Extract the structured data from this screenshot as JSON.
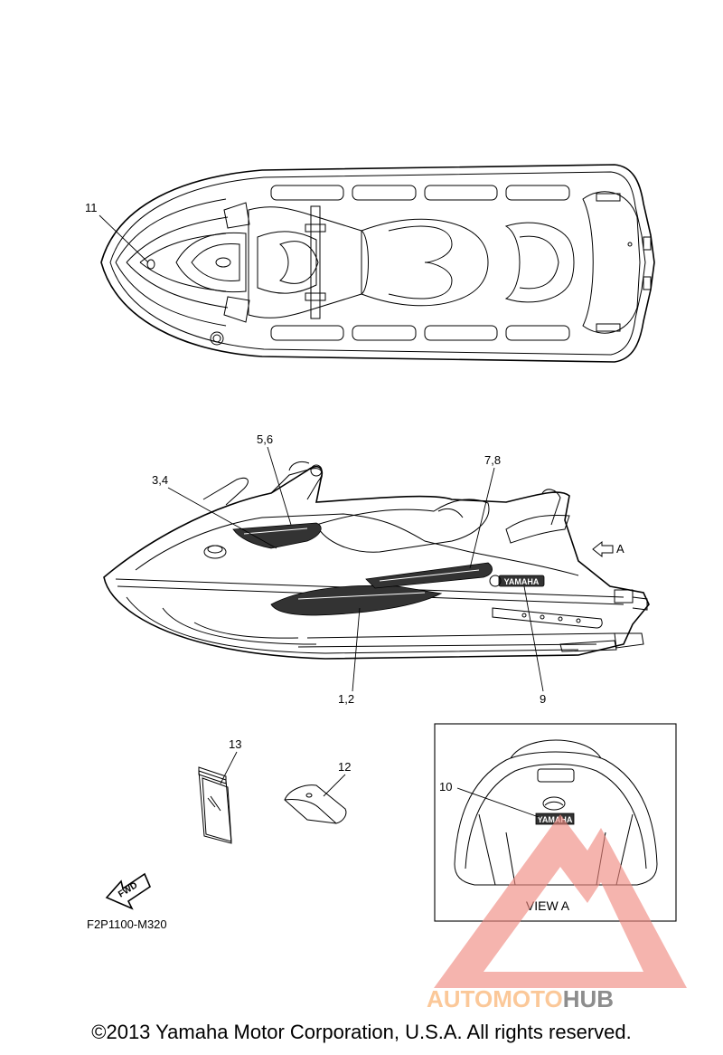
{
  "callouts": {
    "c11": "11",
    "c56": "5,6",
    "c34": "3,4",
    "c78": "7,8",
    "cA": "A",
    "c12": "1,2",
    "c9": "9",
    "c13": "13",
    "c12b": "12",
    "c10": "10"
  },
  "view_label": "VIEW A",
  "fwd_label": "FWD",
  "emblem_text": "YAMAHA",
  "diagram_code": "F2P1100-M320",
  "watermark": {
    "part1": "AUTOMOTO",
    "part2": "HUB",
    "color_primary": "#f08a80",
    "color_secondary": "#fbbf88",
    "color_hub": "#7a7a7a"
  },
  "copyright": "©2013 Yamaha Motor Corporation, U.S.A. All rights reserved."
}
